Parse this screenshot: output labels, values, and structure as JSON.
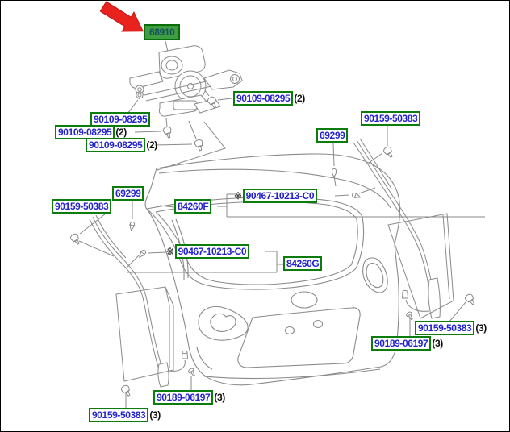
{
  "diagram": {
    "type": "parts-catalog-exploded-view",
    "subject": "back door / tailgate with rear wiper motor and moldings",
    "highlight_fill": "#3f9e42",
    "label_border_color": "#0c7c0c",
    "part_number_color": "#2323cd",
    "qty_color": "#111111",
    "line_color": "#8a8a8a",
    "arrow_color": "#e8221c",
    "reference_mark": "※"
  },
  "labels": {
    "l68910": {
      "text": "68910"
    },
    "l90109a": {
      "text": "90109-08295"
    },
    "l90109b": {
      "text": "90109-08295",
      "qty": "(2)"
    },
    "l90109c": {
      "text": "90109-08295",
      "qty": "(2)"
    },
    "l90109d": {
      "text": "90109-08295",
      "qty": "(2)"
    },
    "l90159tr": {
      "text": "90159-50383"
    },
    "l69299r": {
      "text": "69299"
    },
    "l69299l": {
      "text": "69299"
    },
    "l90159l": {
      "text": "90159-50383"
    },
    "l84260f": {
      "text": "84260F"
    },
    "l90467a": {
      "text": "90467-10213-C0",
      "prefix": "※"
    },
    "l90467b": {
      "text": "90467-10213-C0",
      "prefix": "※"
    },
    "l84260g": {
      "text": "84260G"
    },
    "l90159br": {
      "text": "90159-50383",
      "qty": "(3)"
    },
    "l90189r": {
      "text": "90189-06197",
      "qty": "(3)"
    },
    "l90189l": {
      "text": "90189-06197",
      "qty": "(3)"
    },
    "l90159bl": {
      "text": "90159-50383",
      "qty": "(3)"
    }
  }
}
